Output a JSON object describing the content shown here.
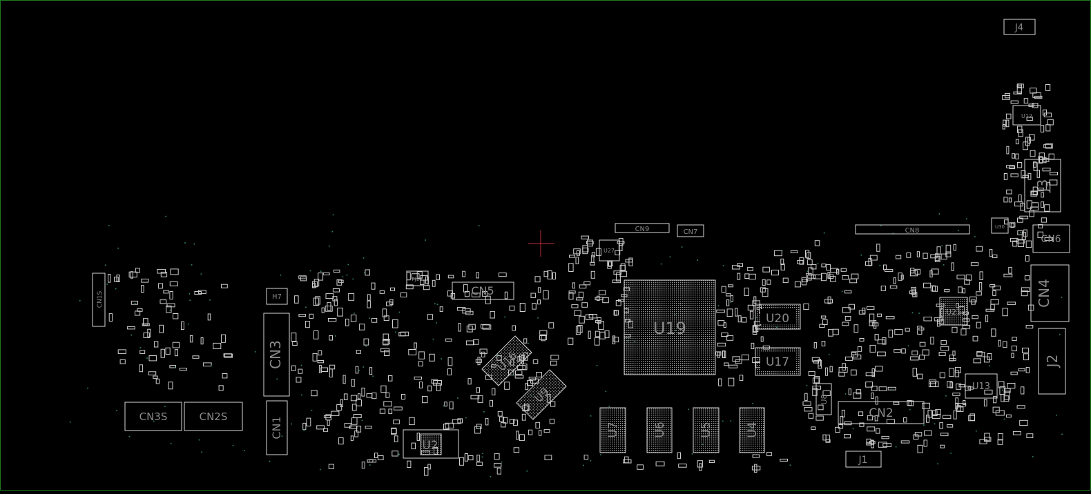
{
  "viewer": {
    "colors": {
      "outline": "#d8d8d8",
      "label": "#8a8a8a",
      "border": "#1f7a1f",
      "cursor": "#c0303a",
      "via": "#2e7a6a"
    }
  },
  "components": {
    "J4": "J4",
    "U12": "U12",
    "J3": "J3",
    "CN6": "CN6",
    "CN4": "CN4",
    "J2": "J2",
    "U13": "U13",
    "U21": "U21",
    "CN8": "CN8",
    "CN2": "CN2",
    "J1": "J1",
    "U8": "U8",
    "U20": "U20",
    "U17": "U17",
    "U19": "U19",
    "U4": "U4",
    "U5": "U5",
    "U6": "U6",
    "U7": "U7",
    "U9": "U9",
    "U16": "U16",
    "U2": "U2",
    "CN5": "CN5",
    "PJ10": "PJ10",
    "H7": "H7",
    "CN3": "CN3",
    "CN1": "CN1",
    "CN3S": "CN3S",
    "CN2S": "CN2S",
    "CN1S": "CN1S",
    "CN9": "CN9",
    "CN7": "CN7",
    "U27": "U27",
    "U30": "U30"
  }
}
